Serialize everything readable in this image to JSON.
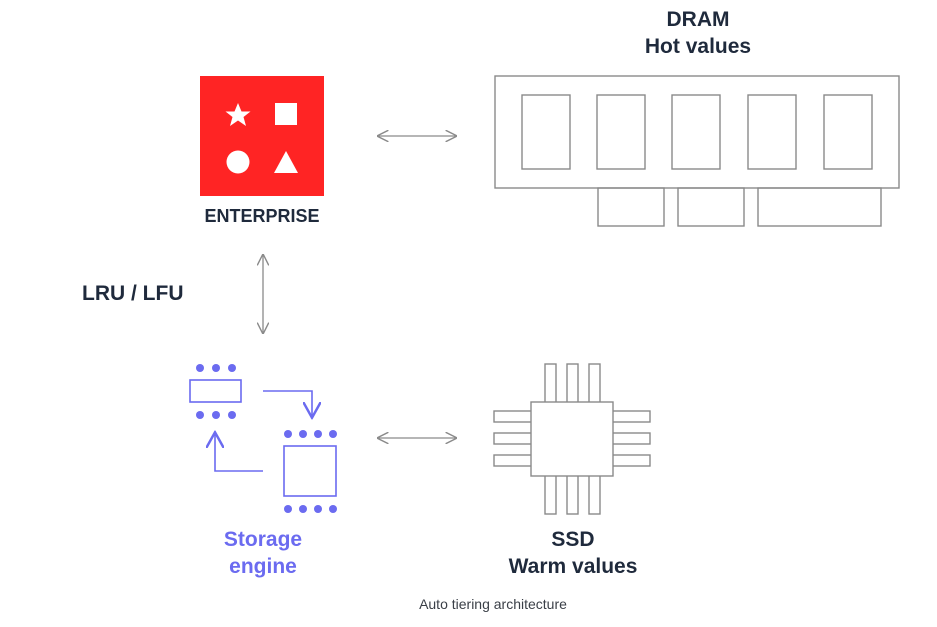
{
  "dram": {
    "title_line1": "DRAM",
    "title_line2": "Hot values"
  },
  "enterprise": {
    "label": "ENTERPRISE",
    "brand_color": "#ff2424"
  },
  "policy": {
    "label": "LRU / LFU"
  },
  "storage_engine": {
    "line1": "Storage",
    "line2": "engine",
    "accent_color": "#6b6bf0"
  },
  "ssd": {
    "line1": "SSD",
    "line2": "Warm values"
  },
  "caption": "Auto tiering architecture",
  "icons": [
    "enterprise-logo-icon",
    "dram-module-icon",
    "storage-engine-icon",
    "ssd-chip-icon",
    "bidirectional-arrow-icon"
  ]
}
